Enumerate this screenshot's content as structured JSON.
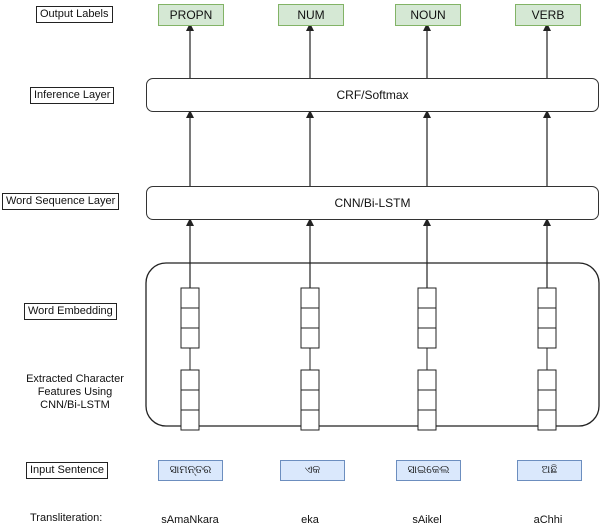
{
  "side_labels": {
    "output": "Output Labels",
    "inference": "Inference Layer",
    "word_sequence": "Word Sequence Layer",
    "word_embedding": "Word Embedding",
    "char_features": "Extracted Character Features Using CNN/Bi-LSTM",
    "input": "Input Sentence",
    "transliteration": "Transliteration:"
  },
  "layers": {
    "inference": "CRF/Softmax",
    "word_sequence": "CNN/Bi-LSTM"
  },
  "columns": [
    {
      "label": "PROPN",
      "input": "ସାମନ୍ତର",
      "translit": "sAmaNkara"
    },
    {
      "label": "NUM",
      "input": "ଏକ",
      "translit": "eka"
    },
    {
      "label": "NOUN",
      "input": "ସାଇକେଲ",
      "translit": "sAikel"
    },
    {
      "label": "VERB",
      "input": "ଅଛି",
      "translit": "aChhi"
    }
  ],
  "colors": {
    "output_fill": "#d5e8d4",
    "input_fill": "#dae8fc",
    "line": "#222222"
  }
}
